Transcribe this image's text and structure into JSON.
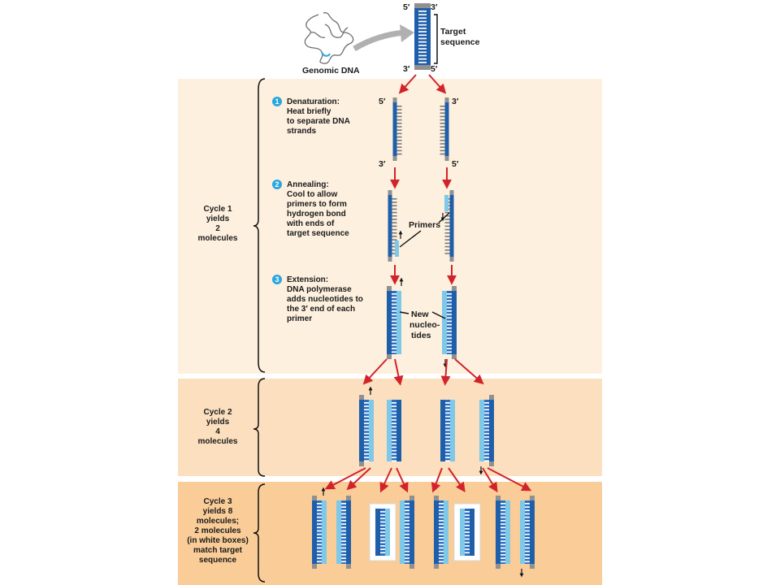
{
  "colors": {
    "band_cycle1": "#fdf0df",
    "band_cycle2": "#fbdfbf",
    "band_cycle3": "#f9cc98",
    "strand": "#1f5faa",
    "new_strand": "#7ec8e8",
    "rung": "#ffffff",
    "cap": "#909090",
    "arrow": "#d2232a",
    "step_circle": "#29a6df",
    "bracket": "#111111"
  },
  "header": {
    "genomic_label": "Genomic DNA",
    "target_label_1": "Target",
    "target_label_2": "sequence",
    "top_5": "5′",
    "top_3": "3′",
    "bottom_3": "3′",
    "bottom_5": "5′"
  },
  "cycles": [
    {
      "lines": [
        "Cycle 1",
        "yields",
        "2",
        "molecules"
      ]
    },
    {
      "lines": [
        "Cycle 2",
        "yields",
        "4",
        "molecules"
      ]
    },
    {
      "lines": [
        "Cycle 3",
        "yields 8",
        "molecules;",
        "2 molecules",
        "(in white boxes)",
        "match target",
        "sequence"
      ]
    }
  ],
  "steps": [
    {
      "number": "1",
      "lines": [
        "Denaturation:",
        "Heat briefly",
        "to separate DNA",
        "strands"
      ]
    },
    {
      "number": "2",
      "lines": [
        "Annealing:",
        "Cool to allow",
        "primers to form",
        "hydrogen bond",
        "with ends of",
        "target sequence"
      ]
    },
    {
      "number": "3",
      "lines": [
        "Extension:",
        "DNA polymerase",
        "adds nucleotides to",
        "the 3′ end of each",
        "primer"
      ]
    }
  ],
  "labels": {
    "strand_top_5": "5′",
    "strand_top_3": "3′",
    "strand_bottom_3": "3′",
    "strand_bottom_5": "5′",
    "primers": "Primers",
    "new_nucleotides": [
      "New",
      "nucleo-",
      "tides"
    ]
  }
}
